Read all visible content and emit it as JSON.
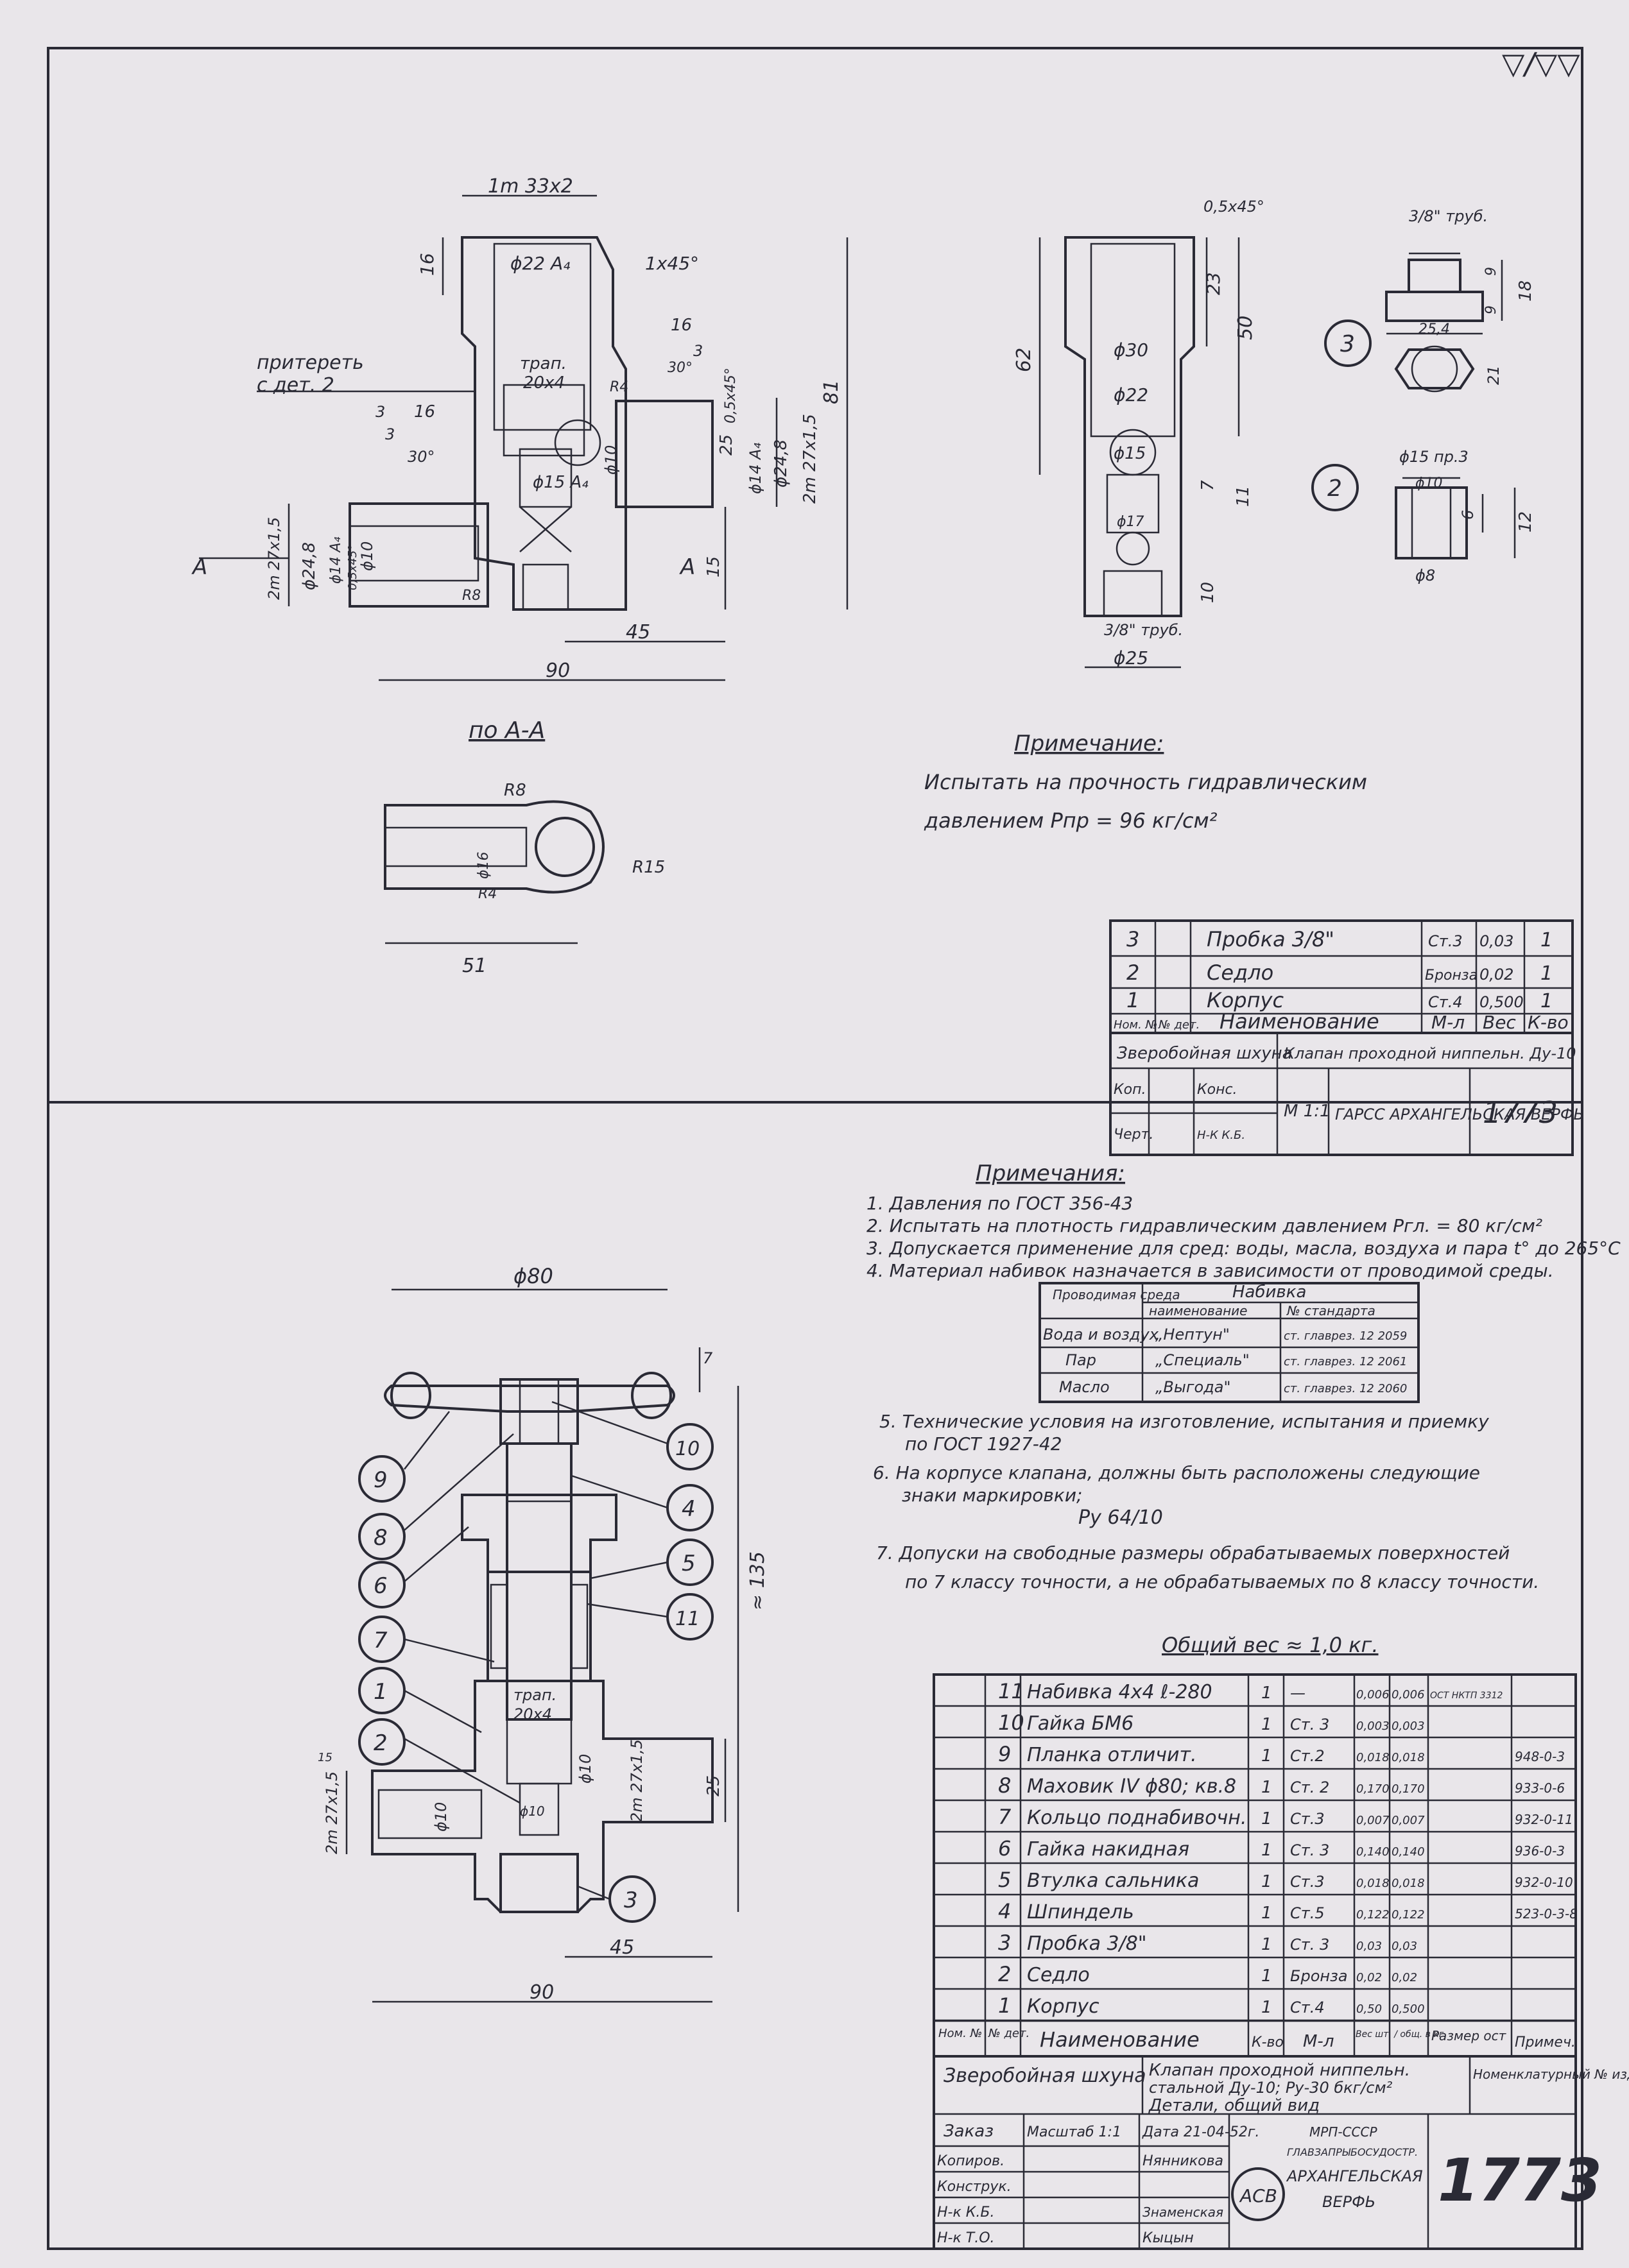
{
  "roughness_mark": "▽/▽▽",
  "upper": {
    "front_view": {
      "dims": {
        "thread_top": "1m 33x2",
        "h16": "16",
        "bore": "ϕ22 A₄",
        "chamfer": "1x45°",
        "d16": "16",
        "d3": "3",
        "ang30": "30°",
        "trap": "трап.",
        "trap2": "20x4",
        "r4": "R4",
        "pritere1": "притереть",
        "pritere2": "с дет. 2",
        "left3": "3",
        "left16": "16",
        "left3b": "3",
        "left30": "30°",
        "ch05": "0,5x45°",
        "d14": "ϕ14 A₄",
        "d24": "ϕ24,8",
        "thr_r": "2m 27x1,5",
        "v81": "81",
        "v25": "25",
        "v15": "15",
        "phi15": "ϕ15 A₄",
        "phi10": "ϕ10",
        "left_thr": "2m 27x1,5",
        "left_24": "ϕ24,8",
        "left_14": "ϕ14 A₄",
        "left_10": "ϕ10",
        "left_ch": "0,5x45°",
        "r8": "R8",
        "h45": "45",
        "h90": "90",
        "sec_a": "A"
      }
    },
    "side_view": {
      "dims": {
        "ch05": "0,5x45°",
        "v62": "62",
        "v23": "23",
        "v50": "50",
        "phi30": "ϕ30",
        "phi22": "ϕ22",
        "phi15": "ϕ15",
        "v7": "7",
        "v11": "11",
        "phi17": "ϕ17",
        "v10": "10",
        "thread": "3/8\" труб.",
        "phi25": "ϕ25"
      }
    },
    "part3": {
      "num": "3",
      "thread": "3/8\" труб.",
      "d254": "25,4",
      "v18": "18",
      "v9a": "9",
      "v9b": "9",
      "v21": "21"
    },
    "part2": {
      "num": "2",
      "phi15": "ϕ15 пр.3",
      "phi10": "ϕ10",
      "v6": "6",
      "v12": "12",
      "phi8": "ϕ8"
    },
    "section_aa": {
      "title": "по А-А",
      "r8": "R8",
      "phi16": "ϕ16",
      "r15": "R15",
      "r4": "R4",
      "w51": "51"
    },
    "note_title": "Примечание:",
    "note_line1": "Испытать на прочность гидравлическим",
    "note_line2": "давлением  Pпр = 96 кг/см²",
    "table": {
      "rows": [
        {
          "num": "3",
          "name": "Пробка 3/8\"",
          "mat": "Ст.3",
          "wt": "0,03",
          "qty": "1"
        },
        {
          "num": "2",
          "name": "Седло",
          "mat": "Бронза",
          "wt": "0,02",
          "qty": "1"
        },
        {
          "num": "1",
          "name": "Корпус",
          "mat": "Ст.4",
          "wt": "0,500",
          "qty": "1"
        }
      ],
      "header": {
        "nom": "Ном. №",
        "det": "№ дет.",
        "name": "Наименование",
        "mat": "М-л",
        "wt": "Вес",
        "qty": "К-во"
      },
      "tb_ship": "Зверобойная шхуна",
      "tb_title": "Клапан проходной ниппельн. Ду-10",
      "tb_kop": "Коп.",
      "tb_konc": "Конс.",
      "tb_chert": "Черт.",
      "tb_nk": "Н-К К.Б.",
      "tb_m": "М 1:1",
      "tb_org": "ГАРСС АРХАНГЕЛЬСКАЯ ВЕРФЬ",
      "tb_num": "1773"
    }
  },
  "lower": {
    "notes_title": "Примечания:",
    "notes": [
      "1. Давления по ГОСТ 356-43",
      "2. Испытать на плотность гидравлическим давлением Pгл. = 80 кг/см²",
      "3. Допускается применение для сред: воды, масла, воздуха и пара t° до 265°С",
      "4. Материал набивок назначается в зависимости от проводимой среды."
    ],
    "packing_table": {
      "h1": "Проводимая среда",
      "h2": "Набивка",
      "h2a": "наименование",
      "h2b": "№ стандарта",
      "rows": [
        {
          "medium": "Вода и воздух",
          "name": "„Нептун\"",
          "std": "ст. главрез. 12 2059"
        },
        {
          "medium": "Пар",
          "name": "„Специаль\"",
          "std": "ст. главрез. 12 2061"
        },
        {
          "medium": "Масло",
          "name": "„Выгода\"",
          "std": "ст. главрез. 12 2060"
        }
      ]
    },
    "notes2": [
      "5. Технические условия на изготовление, испытания и приемку",
      "по ГОСТ 1927-42",
      "6. На корпусе клапана, должны быть расположены следующие",
      "знаки маркировки;",
      "Ру 64/10",
      "7. Допуски на свободные размеры обрабатываемых поверхностей",
      "по 7 классу точности, а не обрабатываемых по 8 классу точности."
    ],
    "weight": "Общий вес ≈ 1,0 кг.",
    "assembly": {
      "d80": "ϕ80",
      "v7": "7",
      "v135": "≈ 135",
      "trap": "трап.",
      "trap2": "20x4",
      "phi10a": "ϕ10",
      "thr_r": "2m 27x1,5",
      "v25": "25",
      "phi10b": "ϕ10",
      "thr_l": "2m 27x1,5",
      "v15": "15",
      "phi10c": "ϕ10",
      "h45": "45",
      "h90": "90",
      "callouts": [
        "9",
        "8",
        "6",
        "7",
        "1",
        "2",
        "10",
        "4",
        "5",
        "11",
        "3"
      ]
    },
    "bom": {
      "rows": [
        {
          "num": "11",
          "name": "Набивка 4x4 ℓ-280",
          "qty": "1",
          "mat": "—",
          "w1": "0,006",
          "w2": "0,006",
          "size": "ОСТ НКТП 3312",
          "note": ""
        },
        {
          "num": "10",
          "name": "Гайка БМ6",
          "qty": "1",
          "mat": "Ст. 3",
          "w1": "0,003",
          "w2": "0,003",
          "size": "",
          "note": ""
        },
        {
          "num": "9",
          "name": "Планка отличит.",
          "qty": "1",
          "mat": "Ст.2",
          "w1": "0,018",
          "w2": "0,018",
          "size": "",
          "note": "948-0-3"
        },
        {
          "num": "8",
          "name": "Маховик IV ϕ80; кв.8",
          "qty": "1",
          "mat": "Ст. 2",
          "w1": "0,170",
          "w2": "0,170",
          "size": "",
          "note": "933-0-6"
        },
        {
          "num": "7",
          "name": "Кольцо поднабивочн.",
          "qty": "1",
          "mat": "Ст.3",
          "w1": "0,007",
          "w2": "0,007",
          "size": "",
          "note": "932-0-11"
        },
        {
          "num": "6",
          "name": "Гайка накидная",
          "qty": "1",
          "mat": "Ст. 3",
          "w1": "0,140",
          "w2": "0,140",
          "size": "",
          "note": "936-0-3"
        },
        {
          "num": "5",
          "name": "Втулка сальника",
          "qty": "1",
          "mat": "Ст.3",
          "w1": "0,018",
          "w2": "0,018",
          "size": "",
          "note": "932-0-10"
        },
        {
          "num": "4",
          "name": "Шпиндель",
          "qty": "1",
          "mat": "Ст.5",
          "w1": "0,122",
          "w2": "0,122",
          "size": "",
          "note": "523-0-3-8"
        },
        {
          "num": "3",
          "name": "Пробка 3/8\"",
          "qty": "1",
          "mat": "Ст. 3",
          "w1": "0,03",
          "w2": "0,03",
          "size": "",
          "note": ""
        },
        {
          "num": "2",
          "name": "Седло",
          "qty": "1",
          "mat": "Бронза",
          "w1": "0,02",
          "w2": "0,02",
          "size": "",
          "note": ""
        },
        {
          "num": "1",
          "name": "Корпус",
          "qty": "1",
          "mat": "Ст.4",
          "w1": "0,50",
          "w2": "0,500",
          "size": "",
          "note": ""
        }
      ],
      "header": {
        "nom": "Ном. №",
        "det": "№ дет.",
        "name": "Наименование",
        "qty": "К-во",
        "mat": "М-л",
        "w": "Вес шт. / общ. в кг.",
        "size": "Размер ост",
        "note": "Примеч."
      },
      "tb_ship": "Зверобойная шхуна",
      "tb_title1": "Клапан проходной ниппельн.",
      "tb_title2": "стальной Ду-10; Ру-30 бкг/см²",
      "tb_title3": "Детали, общий вид",
      "tb_nomen": "Номенклатурный № изделия",
      "tb_zakaz": "Заказ",
      "tb_masht": "Масштаб 1:1",
      "tb_data": "Дата 21-04-52г.",
      "tb_kopir": "Копиров.",
      "tb_konstr": "Конструк.",
      "tb_nkkb": "Н-к К.Б.",
      "tb_nkto": "Н-к Т.О.",
      "tb_n1": "Нянникова",
      "tb_n2": "Знаменская",
      "tb_n3": "Кыцын",
      "tb_org1": "МРП-СССР",
      "tb_org2": "ГЛАВЗАПРЫБОСУДОСТР.",
      "tb_org3": "АРХАНГЕЛЬСКАЯ",
      "tb_org4": "ВЕРФЬ",
      "tb_logo": "АСВ",
      "tb_num": "1773"
    }
  }
}
